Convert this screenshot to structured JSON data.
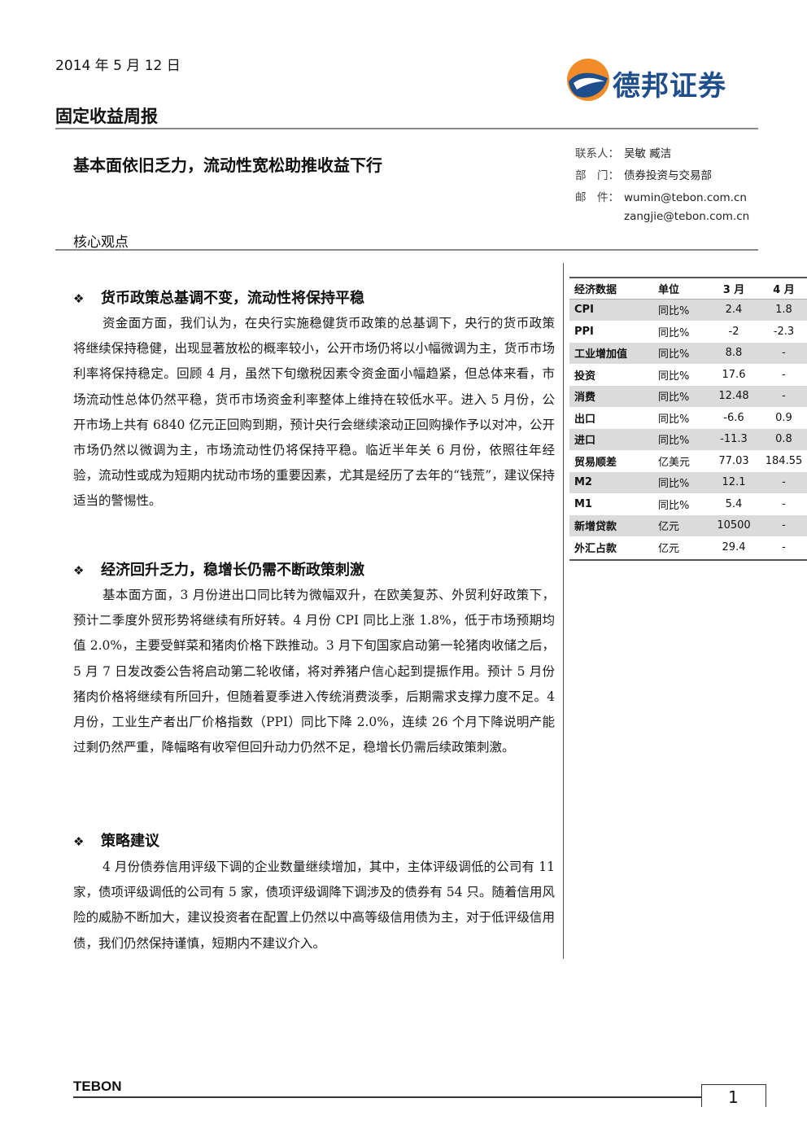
{
  "header": {
    "date": "2014 年 5 月 12 日",
    "logo_text": "德邦证券",
    "report_type": "固定收益周报"
  },
  "title": "基本面依旧乏力，流动性宽松助推收益下行",
  "contact": {
    "person_label": "联系人：",
    "person_value": "吴敏 臧洁",
    "dept_label": "部　门：",
    "dept_value": "债券投资与交易部",
    "email_label": "邮　件：",
    "email_1": "wumin@tebon.com.cn",
    "email_2": "zangjie@tebon.com.cn"
  },
  "core_label": "核心观点",
  "sections": [
    {
      "bullet": "❖",
      "heading": "货币政策总基调不变，流动性将保持平稳",
      "text": "资金面方面，我们认为，在央行实施稳健货币政策的总基调下，央行的货币政策将继续保持稳健，出现显著放松的概率较小，公开市场仍将以小幅微调为主，货币市场利率将保持稳定。回顾 4 月，虽然下旬缴税因素令资金面小幅趋紧，但总体来看，市场流动性总体仍然平稳，货币市场资金利率整体上维持在较低水平。进入 5 月份，公开市场上共有 6840 亿元正回购到期，预计央行会继续滚动正回购操作予以对冲，公开市场仍然以微调为主，市场流动性仍将保持平稳。临近半年关 6 月份，依照往年经验，流动性或成为短期内扰动市场的重要因素，尤其是经历了去年的“钱荒”，建议保持适当的警惕性。"
    },
    {
      "bullet": "❖",
      "heading": "经济回升乏力，稳增长仍需不断政策刺激",
      "text": "基本面方面，3 月份进出口同比转为微幅双升，在欧美复苏、外贸利好政策下，预计二季度外贸形势将继续有所好转。4 月份 CPI 同比上涨 1.8%，低于市场预期均值 2.0%，主要受鲜菜和猪肉价格下跌推动。3 月下旬国家启动第一轮猪肉收储之后，5 月 7 日发改委公告将启动第二轮收储，将对养猪户信心起到提振作用。预计 5 月份猪肉价格将继续有所回升，但随着夏季进入传统消费淡季，后期需求支撑力度不足。4 月份，工业生产者出厂价格指数（PPI）同比下降 2.0%，连续 26 个月下降说明产能过剩仍然严重，降幅略有收窄但回升动力仍然不足，稳增长仍需后续政策刺激。"
    },
    {
      "bullet": "❖",
      "heading": "策略建议",
      "text": "4 月份债券信用评级下调的企业数量继续增加，其中，主体评级调低的公司有 11 家，债项评级调低的公司有 5 家，债项评级调降下调涉及的债券有 54 只。随着信用风险的威胁不断加大，建议投资者在配置上仍然以中高等级信用债为主，对于低评级信用债，我们仍然保持谨慎，短期内不建议介入。"
    }
  ],
  "table": {
    "headers": [
      "经济数据",
      "单位",
      "3 月",
      "4 月"
    ],
    "rows": [
      [
        "CPI",
        "同比%",
        "2.4",
        "1.8"
      ],
      [
        "PPI",
        "同比%",
        "-2",
        "-2.3"
      ],
      [
        "工业增加值",
        "同比%",
        "8.8",
        "-"
      ],
      [
        "投资",
        "同比%",
        "17.6",
        "-"
      ],
      [
        "消费",
        "同比%",
        "12.48",
        "-"
      ],
      [
        "出口",
        "同比%",
        "-6.6",
        "0.9"
      ],
      [
        "进口",
        "同比%",
        "-11.3",
        "0.8"
      ],
      [
        "贸易顺差",
        "亿美元",
        "77.03",
        "184.55"
      ],
      [
        "M2",
        "同比%",
        "12.1",
        "-"
      ],
      [
        "M1",
        "同比%",
        "5.4",
        "-"
      ],
      [
        "新增贷款",
        "亿元",
        "10500",
        "-"
      ],
      [
        "外汇占款",
        "亿元",
        "29.4",
        "-"
      ]
    ]
  },
  "footer": {
    "brand": "TEBON",
    "page": "1"
  },
  "colors": {
    "brand_blue": "#1f4e8c",
    "logo_orange": "#f28c28",
    "row_shade": "#dbdbdb"
  }
}
